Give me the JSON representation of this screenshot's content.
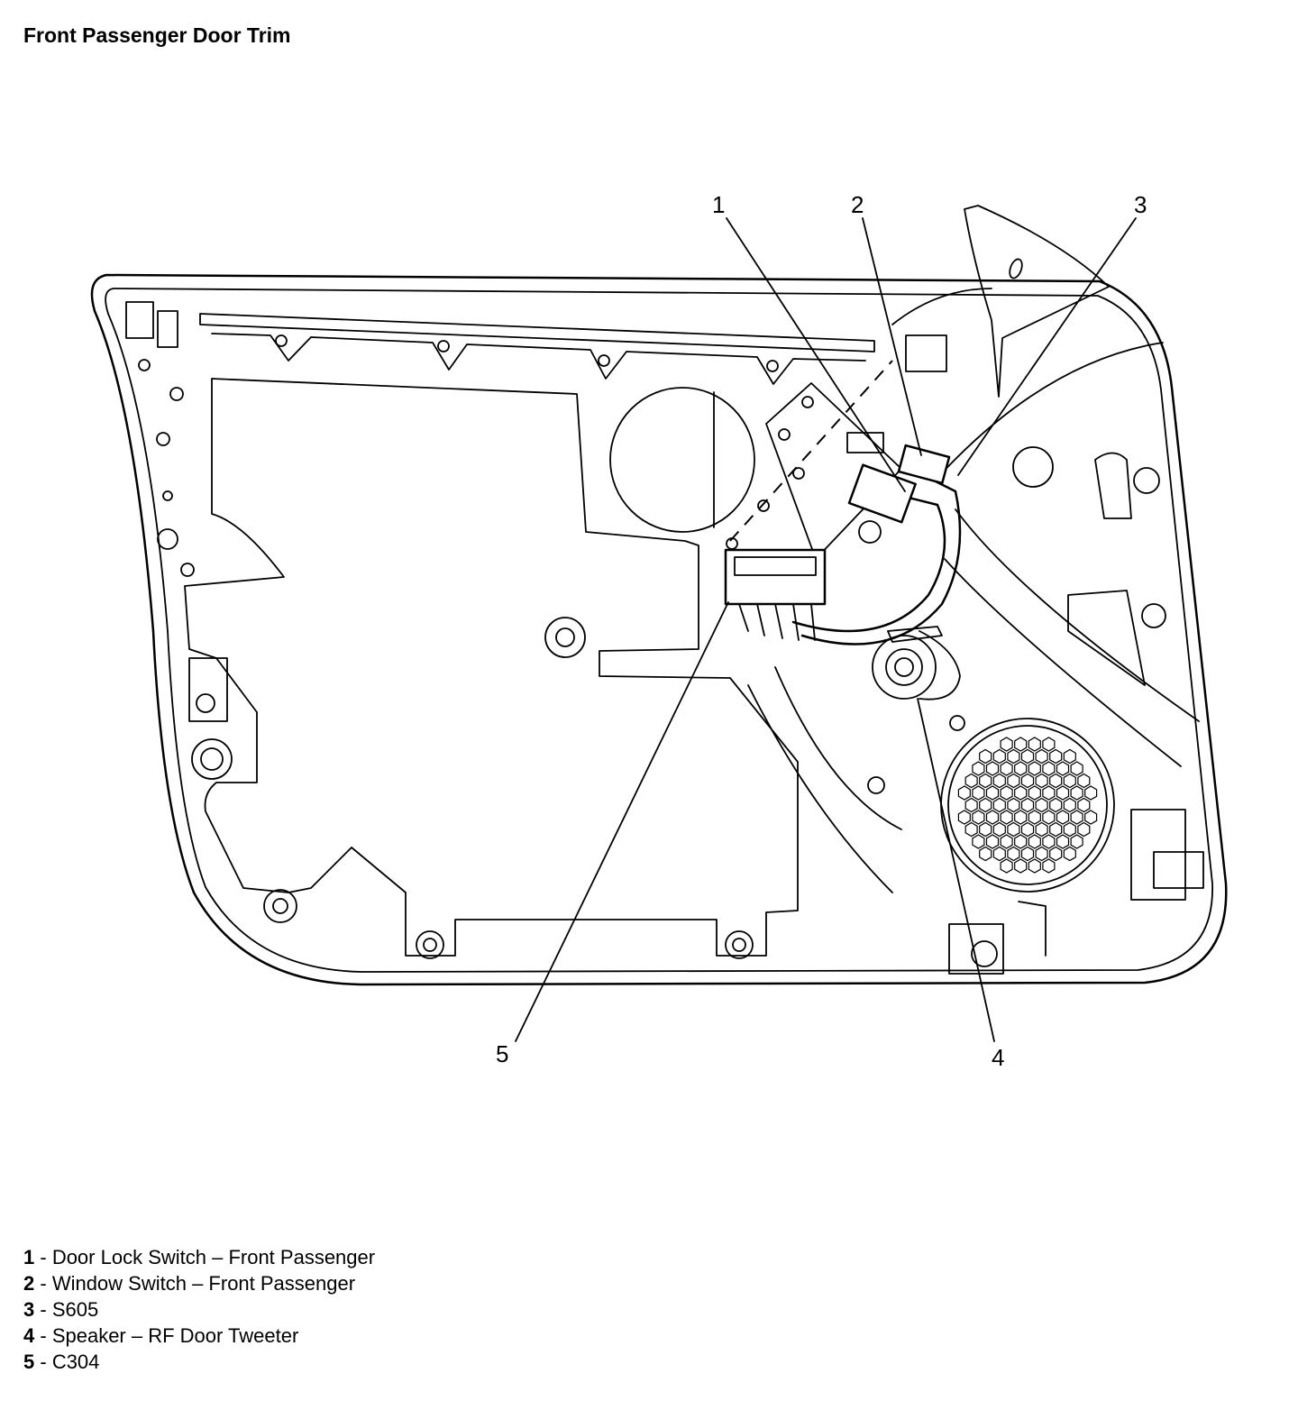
{
  "title": "Front Passenger Door Trim",
  "callouts": [
    {
      "number": "1",
      "label": "Door Lock Switch – Front Passenger"
    },
    {
      "number": "2",
      "label": "Window Switch – Front Passenger"
    },
    {
      "number": "3",
      "label": "S605"
    },
    {
      "number": "4",
      "label": "Speaker – RF Door Tweeter"
    },
    {
      "number": "5",
      "label": "C304"
    }
  ],
  "legend_separator": " - "
}
